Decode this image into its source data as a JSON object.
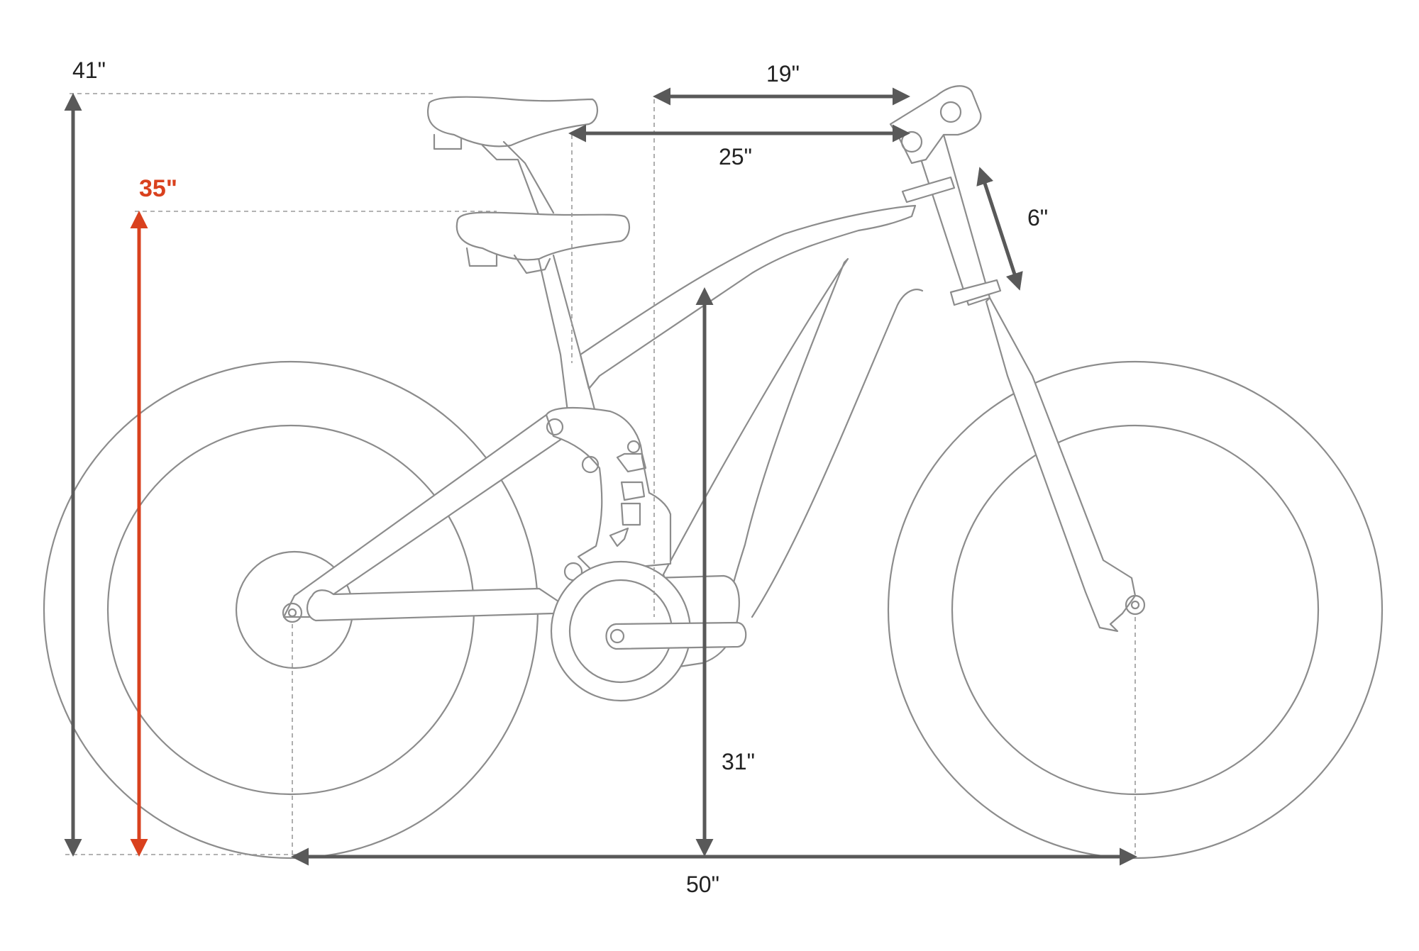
{
  "labels": {
    "max_seat_height": "41\"",
    "min_seat_height": "35\"",
    "reach": "19\"",
    "top_tube": "25\"",
    "stem_adjust": "6\"",
    "standover": "31\"",
    "wheelbase": "50\""
  },
  "colors": {
    "accent": "#d9411e",
    "dimension_line": "#595959",
    "bike_outline": "#8c8c8c"
  }
}
